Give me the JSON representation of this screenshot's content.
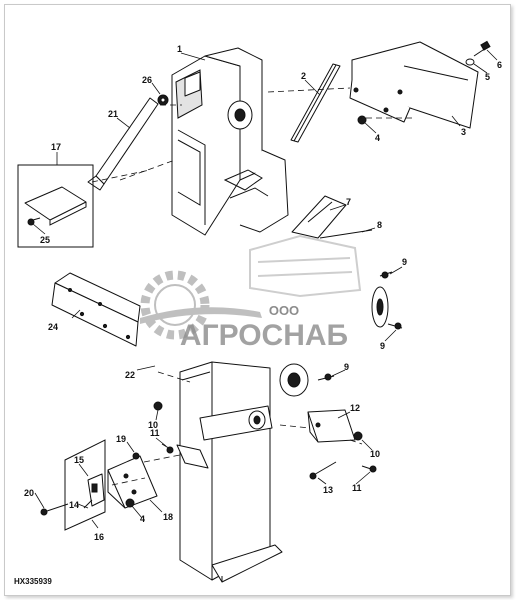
{
  "figure_id": "HX335939",
  "watermark": {
    "line1": "ООО",
    "line2": "АГРОСНАБ",
    "color": "#8c8c8c"
  },
  "callouts": [
    {
      "id": "c1",
      "label": "1"
    },
    {
      "id": "c2",
      "label": "2"
    },
    {
      "id": "c3",
      "label": "3"
    },
    {
      "id": "c4a",
      "label": "4"
    },
    {
      "id": "c4b",
      "label": "4"
    },
    {
      "id": "c5",
      "label": "5"
    },
    {
      "id": "c6",
      "label": "6"
    },
    {
      "id": "c7",
      "label": "7"
    },
    {
      "id": "c8",
      "label": "8"
    },
    {
      "id": "c9a",
      "label": "9"
    },
    {
      "id": "c9b",
      "label": "9"
    },
    {
      "id": "c9c",
      "label": "9"
    },
    {
      "id": "c10a",
      "label": "10"
    },
    {
      "id": "c10b",
      "label": "10"
    },
    {
      "id": "c11a",
      "label": "11"
    },
    {
      "id": "c11b",
      "label": "11"
    },
    {
      "id": "c12",
      "label": "12"
    },
    {
      "id": "c13",
      "label": "13"
    },
    {
      "id": "c14",
      "label": "14"
    },
    {
      "id": "c15",
      "label": "15"
    },
    {
      "id": "c16",
      "label": "16"
    },
    {
      "id": "c17",
      "label": "17"
    },
    {
      "id": "c18",
      "label": "18"
    },
    {
      "id": "c19",
      "label": "19"
    },
    {
      "id": "c20",
      "label": "20"
    },
    {
      "id": "c21",
      "label": "21"
    },
    {
      "id": "c22",
      "label": "22"
    },
    {
      "id": "c24",
      "label": "24"
    },
    {
      "id": "c25",
      "label": "25"
    },
    {
      "id": "c26",
      "label": "26"
    }
  ]
}
